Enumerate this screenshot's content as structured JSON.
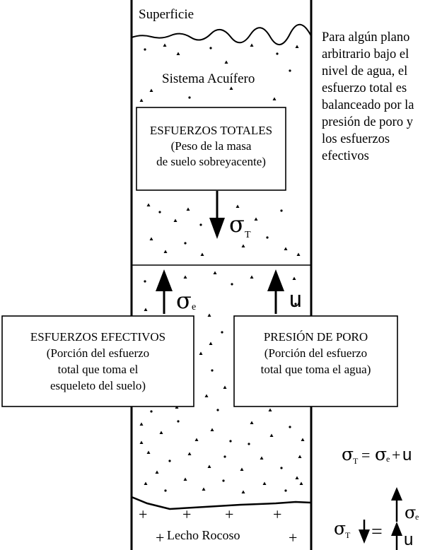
{
  "column": {
    "surface_label": "Superficie",
    "aquifer_label": "Sistema Acuífero",
    "bedrock_label": "Lecho Rocoso"
  },
  "note": {
    "lines": [
      "Para algún plano",
      "arbitrario bajo el",
      "nivel de agua, el",
      "esfuerzo total es",
      "balanceado por la",
      "presión de poro y",
      "los esfuerzos",
      "efectivos"
    ]
  },
  "total_stress": {
    "title": "ESFUERZOS TOTALES",
    "desc_lines": [
      "(Peso de la masa",
      "de suelo sobreyacente)"
    ],
    "symbol": "σ",
    "subscript": "T"
  },
  "effective_stress": {
    "title": "ESFUERZOS EFECTIVOS",
    "desc_lines": [
      "(Porción del esfuerzo",
      "total que toma el",
      "esqueleto del suelo)"
    ],
    "symbol": "σ",
    "subscript": "e"
  },
  "pore_pressure": {
    "title": "PRESIÓN DE PORO",
    "desc_lines": [
      "(Porción del esfuerzo",
      "total que toma el agua)"
    ],
    "symbol": "u"
  },
  "equation": {
    "lhs_symbol": "σ",
    "lhs_sub": "T",
    "equals": "=",
    "rhs_symbol": "σ",
    "rhs_sub": "e",
    "plus": "+",
    "rhs_u": "u"
  },
  "balance": {
    "left_symbol": "σ",
    "left_sub": "T",
    "equals": "=",
    "top_symbol": "σ",
    "top_sub": "e",
    "bottom_symbol": "u"
  },
  "colors": {
    "ink": "#000000",
    "paper": "#ffffff"
  }
}
